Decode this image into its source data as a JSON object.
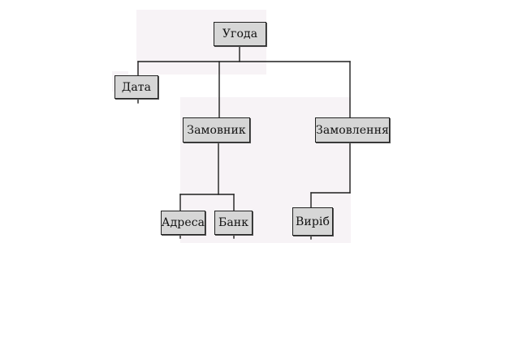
{
  "diagram": {
    "nodes": {
      "ugoda": "Угода",
      "data": "Дата",
      "zamovnyk": "Замовник",
      "zamovlennia": "Замовлення",
      "adresa": "Адреса",
      "bank": "Банк",
      "vyrib": "Виріб"
    },
    "edges": [
      [
        "ugoda",
        "data"
      ],
      [
        "ugoda",
        "zamovnyk"
      ],
      [
        "ugoda",
        "zamovlennia"
      ],
      [
        "zamovnyk",
        "adresa"
      ],
      [
        "zamovnyk",
        "bank"
      ],
      [
        "zamovlennia",
        "vyrib"
      ]
    ],
    "colors": {
      "node_fill": "#d6d6d6",
      "line": "#1e1e1e",
      "background": "#ffffff"
    }
  }
}
